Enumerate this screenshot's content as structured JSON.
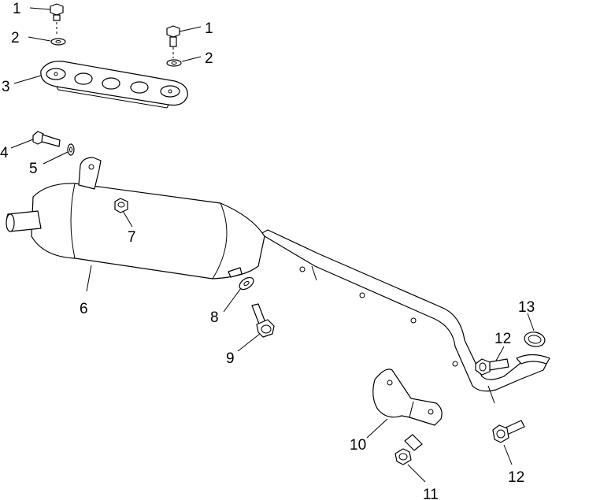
{
  "callouts": {
    "c1a": "1",
    "c2a": "2",
    "c3": "3",
    "c1b": "1",
    "c2b": "2",
    "c4": "4",
    "c5": "5",
    "c7": "7",
    "c6": "6",
    "c8": "8",
    "c9": "9",
    "c13": "13",
    "c12a": "12",
    "c10": "10",
    "c12b": "12",
    "c11": "11"
  }
}
